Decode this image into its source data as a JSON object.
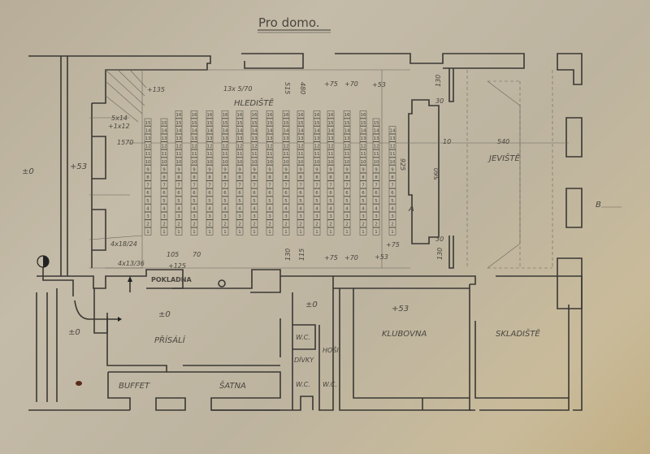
{
  "title": "Pro domo.",
  "rooms": {
    "hall": "HLEDIŠTĚ",
    "stage": "JEVIŠTĚ",
    "foyer": "PŘÍSÁLÍ",
    "ticket_office": "POKLADNA",
    "club_room": "KLUBOVNA",
    "storage": "SKLADIŠTĚ",
    "buffet": "BUFFET",
    "cloakroom": "ŠATNA",
    "wc_1": "W.C.",
    "wc_2": "W.C.",
    "wc_3": "W.C.",
    "girls": "DÍVKY",
    "boys": "HOŠI"
  },
  "levels": {
    "outside_left": "±0",
    "corridor_left": "+53",
    "foyer": "±0",
    "side_room": "±0",
    "hall_entry": "±0",
    "club": "+53",
    "top_135": "+135",
    "top_75": "+75",
    "top_70": "+70",
    "top_53": "+53",
    "bottom_75": "+75",
    "bottom_70": "+70",
    "bottom_53": "+53",
    "bottom_125": "+125",
    "seat_side_75": "+75"
  },
  "dimensions": {
    "d1570": "1570",
    "d540": "540",
    "d560": "560",
    "d10": "10",
    "d130_top": "130",
    "d30_top": "30",
    "d30_bottom": "30",
    "d130_bottom": "130",
    "d925": "925",
    "d105": "105",
    "d70": "70",
    "d130b": "130",
    "d115": "115",
    "d515": "515",
    "d480": "480",
    "stairs_top_a": "5x14",
    "stairs_top_b": "+1x12",
    "steps_top": "13x 5/70",
    "stairs_bottom_a": "4x18/24",
    "stairs_bottom_b": "4x13/36"
  },
  "markers": {
    "section_a": "A",
    "section_b": "B"
  },
  "seating": {
    "column_counts": [
      15,
      15,
      16,
      16,
      16,
      16,
      16,
      16,
      16,
      16,
      16,
      16,
      16,
      16,
      16,
      15,
      14
    ]
  }
}
